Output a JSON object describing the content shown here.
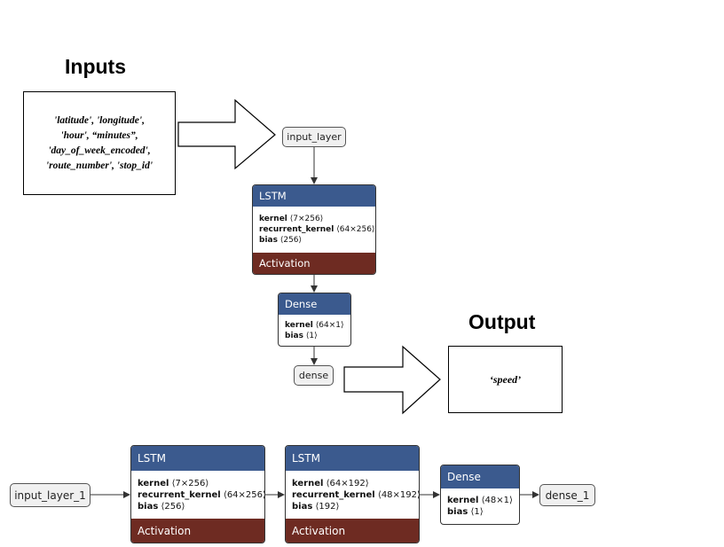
{
  "top": {
    "inputs_heading": "Inputs",
    "inputs_text": [
      "'latitude', 'longitude',",
      "'hour', “minutes”,",
      "'day_of_week_encoded',",
      "'route_number', 'stop_id'"
    ],
    "output_heading": "Output",
    "output_text": "‘speed’",
    "input_layer": "input_layer",
    "lstm": {
      "title": "LSTM",
      "params": [
        {
          "name": "kernel",
          "shape": "⟨7×256⟩"
        },
        {
          "name": "recurrent_kernel",
          "shape": "⟨64×256⟩"
        },
        {
          "name": "bias",
          "shape": "⟨256⟩"
        }
      ],
      "footer": "Activation"
    },
    "dense": {
      "title": "Dense",
      "params": [
        {
          "name": "kernel",
          "shape": "⟨64×1⟩"
        },
        {
          "name": "bias",
          "shape": "⟨1⟩"
        }
      ]
    },
    "output_layer": "dense"
  },
  "bottom": {
    "input_layer": "input_layer_1",
    "lstm1": {
      "title": "LSTM",
      "params": [
        {
          "name": "kernel",
          "shape": "⟨7×256⟩"
        },
        {
          "name": "recurrent_kernel",
          "shape": "⟨64×256⟩"
        },
        {
          "name": "bias",
          "shape": "⟨256⟩"
        }
      ],
      "footer": "Activation"
    },
    "lstm2": {
      "title": "LSTM",
      "params": [
        {
          "name": "kernel",
          "shape": "⟨64×192⟩"
        },
        {
          "name": "recurrent_kernel",
          "shape": "⟨48×192⟩"
        },
        {
          "name": "bias",
          "shape": "⟨192⟩"
        }
      ],
      "footer": "Activation"
    },
    "dense": {
      "title": "Dense",
      "params": [
        {
          "name": "kernel",
          "shape": "⟨48×1⟩"
        },
        {
          "name": "bias",
          "shape": "⟨1⟩"
        }
      ]
    },
    "output_layer": "dense_1"
  }
}
